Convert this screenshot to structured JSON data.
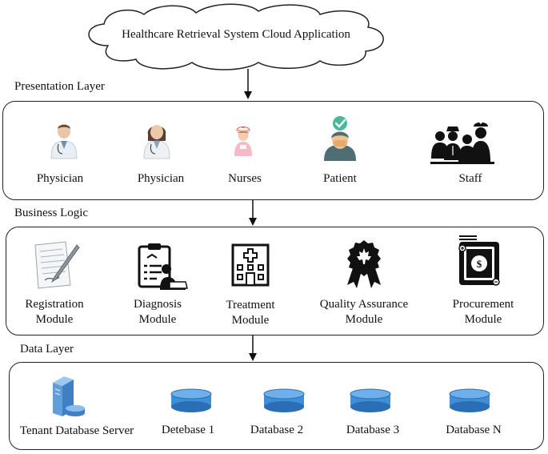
{
  "cloud": {
    "title": "Healthcare Retrieval System Cloud Application"
  },
  "presentation": {
    "label": "Presentation Layer",
    "items": [
      "Physician",
      "Physician",
      "Nurses",
      "Patient",
      "Staff"
    ]
  },
  "business": {
    "label": "Business Logic",
    "items": [
      {
        "line1": "Registration",
        "line2": "Module"
      },
      {
        "line1": "Diagnosis",
        "line2": "Module"
      },
      {
        "line1": "Treatment",
        "line2": "Module"
      },
      {
        "line1": "Quality Assurance",
        "line2": "Module"
      },
      {
        "line1": "Procurement",
        "line2": "Module"
      }
    ]
  },
  "data": {
    "label": "Data Layer",
    "items": [
      "Tenant Database Server",
      "Detebase 1",
      "Database 2",
      "Database 3",
      "Database N"
    ]
  },
  "colors": {
    "db_blue": "#3f8fd6",
    "db_blue_dark": "#2a6fb5",
    "ink": "#111111"
  }
}
